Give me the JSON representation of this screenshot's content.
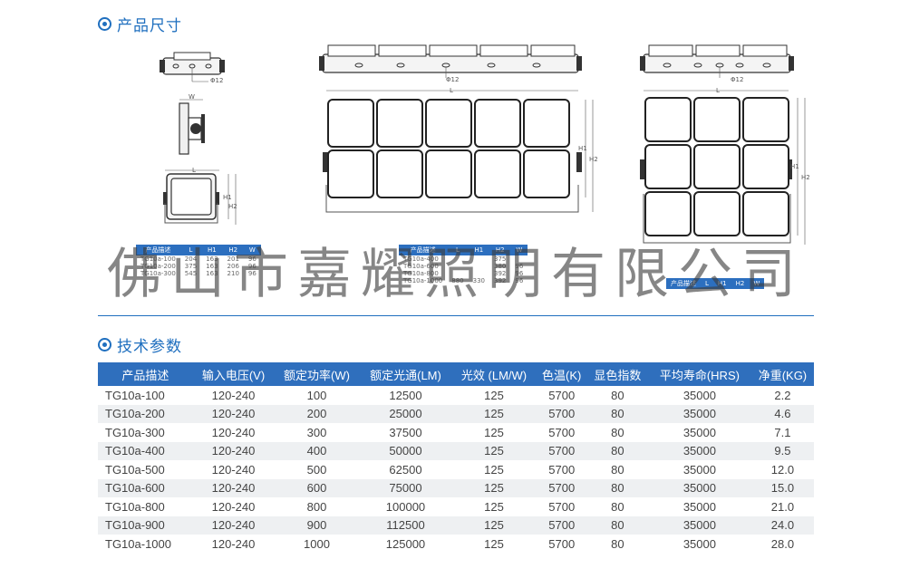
{
  "sections": {
    "dimensions_title": "产品尺寸",
    "tech_title": "技术参数"
  },
  "drawings": {
    "phi_label": "Φ12",
    "w_label": "W",
    "l_label": "L",
    "h1_label": "H1",
    "h2_label": "H2"
  },
  "mini_tables": {
    "small": {
      "headers": [
        "产品描述",
        "L",
        "H1",
        "H2",
        "W"
      ],
      "rows": [
        [
          "TG10a-100",
          "204",
          "163",
          "201",
          "96"
        ],
        [
          "TG10a-200",
          "375",
          "163",
          "206",
          "96"
        ],
        [
          "TG10a-300",
          "545",
          "163",
          "210",
          "96"
        ]
      ]
    },
    "medium": {
      "headers": [
        "产品描述",
        "L",
        "H1",
        "H2",
        "W"
      ],
      "rows": [
        [
          "TG10a-400",
          "",
          "",
          "375",
          ""
        ],
        [
          "TG10a-600",
          "",
          "",
          "380",
          "96"
        ],
        [
          "TG10a-800",
          "",
          "",
          "392",
          "96"
        ],
        [
          "TG10a-1000",
          "880",
          "330",
          "392",
          "96"
        ]
      ]
    },
    "large": {
      "headers": [
        "产品描述",
        "L",
        "H1",
        "H2",
        "W"
      ]
    }
  },
  "watermark": "佛山市嘉耀照明有限公司",
  "spec_table": {
    "headers": [
      "产品描述",
      "输入电压(V)",
      "额定功率(W)",
      "额定光通(LM)",
      "光效 (LM/W)",
      "色温(K)",
      "显色指数",
      "平均寿命(HRS)",
      "净重(KG)"
    ],
    "rows": [
      [
        "TG10a-100",
        "120-240",
        "100",
        "12500",
        "125",
        "5700",
        "80",
        "35000",
        "2.2"
      ],
      [
        "TG10a-200",
        "120-240",
        "200",
        "25000",
        "125",
        "5700",
        "80",
        "35000",
        "4.6"
      ],
      [
        "TG10a-300",
        "120-240",
        "300",
        "37500",
        "125",
        "5700",
        "80",
        "35000",
        "7.1"
      ],
      [
        "TG10a-400",
        "120-240",
        "400",
        "50000",
        "125",
        "5700",
        "80",
        "35000",
        "9.5"
      ],
      [
        "TG10a-500",
        "120-240",
        "500",
        "62500",
        "125",
        "5700",
        "80",
        "35000",
        "12.0"
      ],
      [
        "TG10a-600",
        "120-240",
        "600",
        "75000",
        "125",
        "5700",
        "80",
        "35000",
        "15.0"
      ],
      [
        "TG10a-800",
        "120-240",
        "800",
        "100000",
        "125",
        "5700",
        "80",
        "35000",
        "21.0"
      ],
      [
        "TG10a-900",
        "120-240",
        "900",
        "112500",
        "125",
        "5700",
        "80",
        "35000",
        "24.0"
      ],
      [
        "TG10a-1000",
        "120-240",
        "1000",
        "125000",
        "125",
        "5700",
        "80",
        "35000",
        "28.0"
      ]
    ]
  },
  "colors": {
    "accent": "#1f6fbf",
    "header_bg": "#2f6fbd",
    "row_alt": "#eef0f2"
  }
}
